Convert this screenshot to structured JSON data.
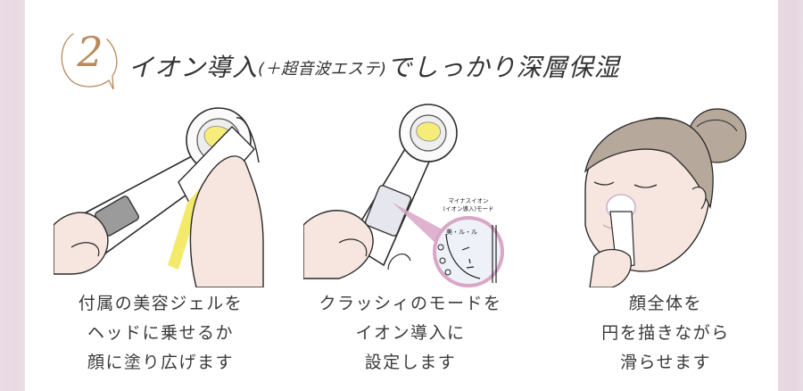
{
  "heading": {
    "step_number": "2",
    "title_main": "イオン導入",
    "title_sub": "(＋超音波エステ)",
    "title_tail": "でしっかり深層保湿"
  },
  "steps": [
    {
      "illustration": "hand-applying-gel-to-device-head",
      "caption_lines": [
        "付属の美容ジェルを",
        "ヘッドに乗せるか",
        "顔に塗り広げます"
      ]
    },
    {
      "illustration": "hand-holding-device-mode-display",
      "callout": {
        "label_line1": "マイナスイオン",
        "label_line2": "(イオン導入)モード",
        "display_text": "美・ル・ル"
      },
      "caption_lines": [
        "クラッシィのモードを",
        "イオン導入に",
        "設定します"
      ]
    },
    {
      "illustration": "woman-gliding-device-on-cheek",
      "caption_lines": [
        "顔全体を",
        "円を描きながら",
        "滑らせます"
      ]
    }
  ],
  "colors": {
    "accent_gold": "#b88a5c",
    "side_panel_pink": "#e8d9e2",
    "gel_yellow": "#f5ec7a",
    "callout_pink": "#d9a6c6",
    "hair_taupe": "#b6a89a",
    "skin": "#f6e6df",
    "text": "#333333"
  }
}
